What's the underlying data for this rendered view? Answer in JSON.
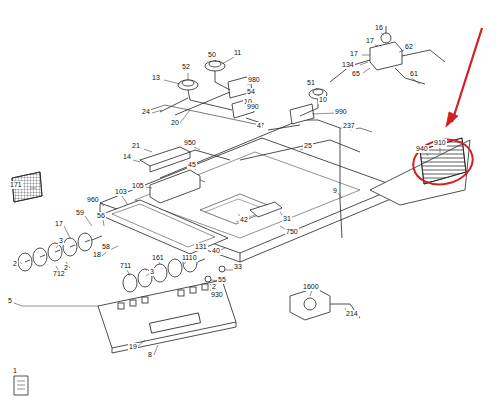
{
  "diagram": {
    "labels": [
      "16",
      "17",
      "17",
      "62",
      "134",
      "65",
      "61",
      "50",
      "11",
      "13",
      "52",
      "980",
      "54",
      "10",
      "24",
      "20",
      "990",
      "51",
      "10",
      "990",
      "4",
      "237",
      "21",
      "950",
      "25",
      "14",
      "45",
      "105",
      "9",
      "910",
      "940",
      "171",
      "960",
      "103",
      "42",
      "31",
      "59",
      "56",
      "17",
      "750",
      "58",
      "18",
      "131",
      "40",
      "3",
      "2",
      "2",
      "712",
      "161",
      "1110",
      "711",
      "3",
      "33",
      "55",
      "2",
      "930",
      "5",
      "1600",
      "214",
      "19",
      "8",
      "1"
    ]
  }
}
